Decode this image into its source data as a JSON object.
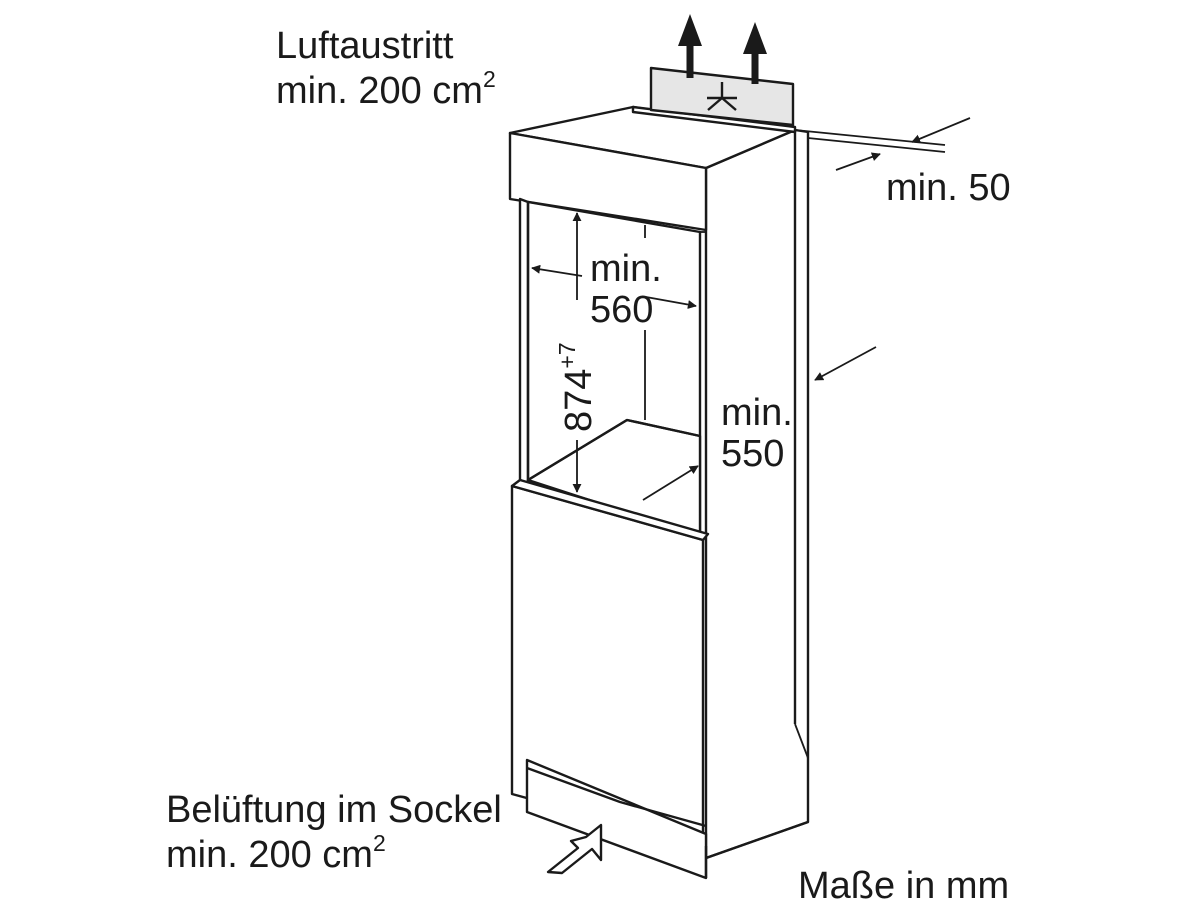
{
  "labels": {
    "air_outlet_line1": "Luftaustritt",
    "air_outlet_line2": "min. 200 cm",
    "air_outlet_sup": "2",
    "plinth_vent_line1": "Belüftung im Sockel",
    "plinth_vent_line2": "min. 200 cm",
    "plinth_vent_sup": "2",
    "rear_gap": "min. 50",
    "niche_width_line1": "min.",
    "niche_width_line2": "560",
    "niche_depth_line1": "min.",
    "niche_depth_line2": "550",
    "niche_height": "874",
    "niche_height_tolerance": "+7",
    "units_note": "Maße in mm"
  },
  "colors": {
    "line": "#1a1a1a",
    "panel_fill": "#e6e6e6",
    "background": "#ffffff"
  },
  "icons": {
    "vent_grille": "fan-symbol-icon",
    "air_out": "arrow-up-icon",
    "air_in": "hollow-arrow-right-icon"
  }
}
